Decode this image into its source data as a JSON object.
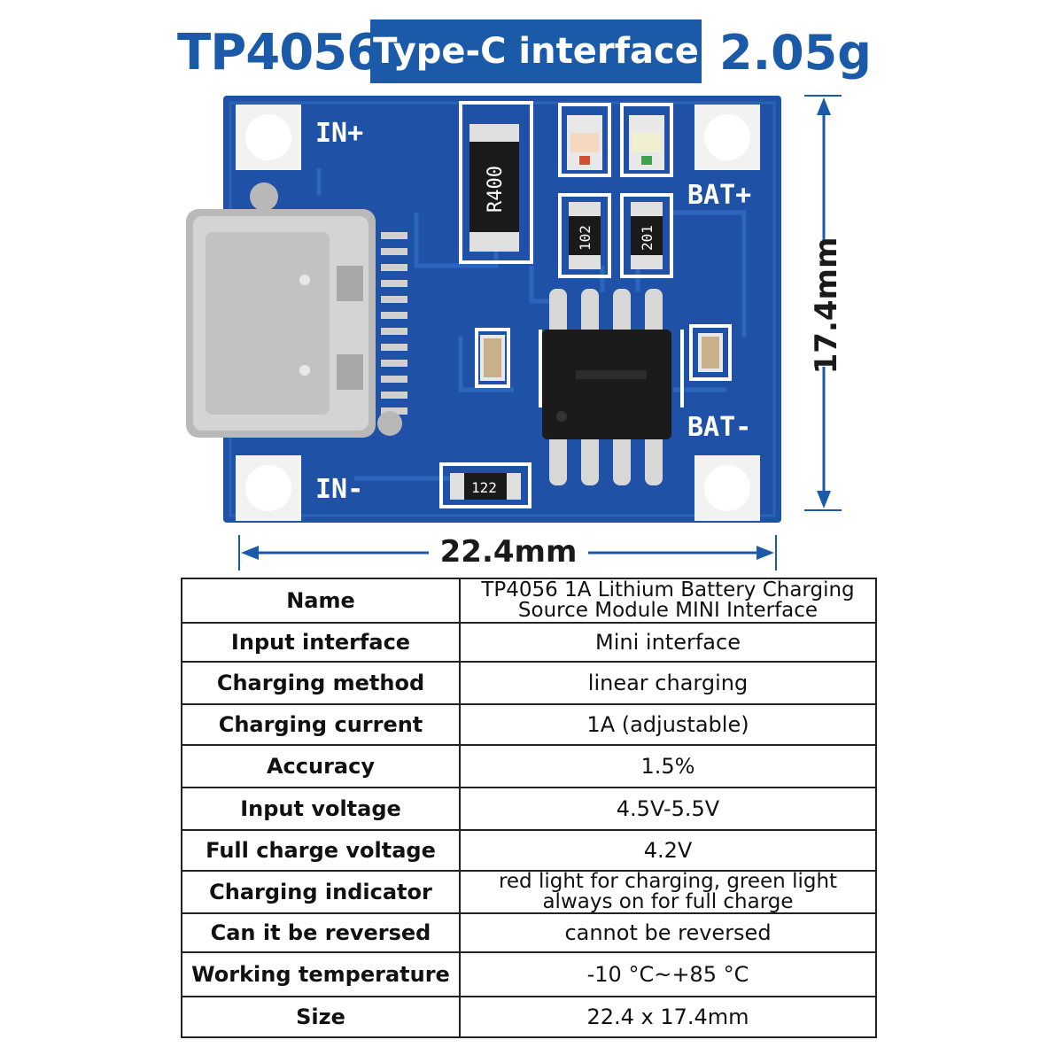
{
  "header": {
    "model": "TP4056",
    "interface_badge": "Type-C interface",
    "weight": "2.05g"
  },
  "board": {
    "labels": {
      "in_plus": "IN+",
      "in_minus": "IN-",
      "bat_plus": "BAT+",
      "bat_minus": "BAT-",
      "res_r400": "R400",
      "res_102": "102",
      "res_201": "201",
      "res_122": "122"
    },
    "colors": {
      "pcb": "#1f52a6",
      "pad": "#f2f2f2",
      "accent": "#1a5aa8"
    }
  },
  "dimensions": {
    "width": "22.4mm",
    "height": "17.4mm"
  },
  "specs": [
    {
      "key": "Name",
      "value": "TP4056 1A Lithium Battery Charging Source Module MINI Interface"
    },
    {
      "key": "Input interface",
      "value": "Mini interface"
    },
    {
      "key": "Charging method",
      "value": "linear charging"
    },
    {
      "key": "Charging current",
      "value": "1A (adjustable)"
    },
    {
      "key": "Accuracy",
      "value": "1.5%"
    },
    {
      "key": "Input voltage",
      "value": "4.5V-5.5V"
    },
    {
      "key": "Full charge voltage",
      "value": "4.2V"
    },
    {
      "key": "Charging indicator",
      "value": "red light for charging, green light always on for full charge"
    },
    {
      "key": "Can it be reversed",
      "value": "cannot be reversed"
    },
    {
      "key": "Working temperature",
      "value": "-10 °C~+85 °C"
    },
    {
      "key": "Size",
      "value": "22.4 x 17.4mm"
    }
  ]
}
